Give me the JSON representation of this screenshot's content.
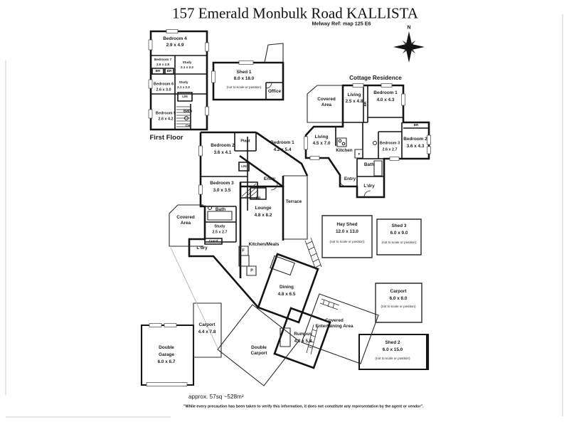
{
  "title": "157 Emerald Monbulk Road KALLISTA",
  "subtitle": "Melway Ref: map 125 E6",
  "compass": {
    "north": "N"
  },
  "first_floor": {
    "section_label": "First Floor",
    "bedroom4_name": "Bedroom 4",
    "bedroom4_dims": "2.9 x 4.9",
    "bedroom7_name": "Bedroom 7",
    "bedroom7_dims": "2.6 x 2.8",
    "study1_name": "Study",
    "study1_dims": "2.1 x 2.2",
    "bedroom6_name": "Bedroom 6",
    "bedroom6_dims": "2.6 x 3.0",
    "study2_name": "Study",
    "study2_dims": "2.1 x 2.2",
    "bedroom5_name": "Bedroom 5",
    "bedroom5_dims": "2.6 x 4.2",
    "bath": "Bath",
    "lin": "LIN",
    "ch": "CH",
    "br1": "BR",
    "br2": "BR"
  },
  "shed1": {
    "name": "Shed 1",
    "dims": "8.0 x 18.0",
    "note": "(not to scale or position)",
    "office": "Office"
  },
  "cottage": {
    "section_label": "Cottage Residence",
    "covered_area": "Covered Area",
    "living1_name": "Living",
    "living1_dims": "2.5 x 4.8",
    "bedroom1_name": "Bedroom 1",
    "bedroom1_dims": "4.0 x 4.3",
    "living2_name": "Living",
    "living2_dims": "4.5 x 7.0",
    "kitchen": "Kitchen",
    "bedroom3_name": "Bedroom 3",
    "bedroom3_dims": "2.6 x 2.7",
    "bedroom2_name": "Bedroom 2",
    "bedroom2_dims": "3.6 x 4.3",
    "bath": "Bath",
    "entry": "Entry",
    "ldry": "L'dry",
    "br_vertical": "BR",
    "br_robe": "BR",
    "fridge": "F"
  },
  "main_residence": {
    "plant": "Plant",
    "bedroom1_name": "Bedroom 1",
    "bedroom1_dims": "4.2 x 5.4",
    "bedroom2_name": "Bedroom 2",
    "bedroom2_dims": "3.6 x 4.1",
    "bedroom3_name": "Bedroom 3",
    "bedroom3_dims": "3.0 x 3.5",
    "entry": "Entry",
    "fp": "FP",
    "lin": "LIN",
    "lounge_name": "Lounge",
    "lounge_dims": "4.8 x 8.2",
    "terrace": "Terrace",
    "bath": "Bath",
    "study_name": "Study",
    "study_dims": "2.5 x 2.7",
    "covered_area": "Covered Area",
    "ldry": "L'dry",
    "cupd": "Cup'd",
    "kitchen_meals": "Kitchen/Meals",
    "fridge": "F",
    "pantry": "P",
    "dining_name": "Dining",
    "dining_dims": "4.8 x 6.5",
    "rumpus_name": "Rumpus",
    "rumpus_dims": "4.8 x 5.8",
    "covered_entertaining": "Covered Entertaining Area",
    "double_carport": "Double Carport"
  },
  "outbuildings": {
    "hay_shed_name": "Hay Shed",
    "hay_shed_dims": "12.0 x 13.0",
    "hay_shed_note": "(not to scale or position)",
    "shed3_name": "Shed 3",
    "shed3_dims": "6.0 x 9.0",
    "shed3_note": "(not to scale or position)",
    "carport_right_name": "Carport",
    "carport_right_dims": "6.0 x 8.0",
    "carport_right_note": "(not to scale or position)",
    "shed2_name": "Shed 2",
    "shed2_dims": "6.0 x 15.0",
    "shed2_note": "(not to scale or position)",
    "carport_left_name": "Carport",
    "carport_left_dims": "4.4 x 7.8",
    "garage_line1": "Double",
    "garage_line2": "Garage",
    "garage_dims": "6.0 x 6.7"
  },
  "footer": {
    "area": "approx. 57sq ~528m²",
    "disclaimer": "\"While every precaution has been taken to verify this information, it does not constitute any representation by the agent or vendor\"."
  }
}
